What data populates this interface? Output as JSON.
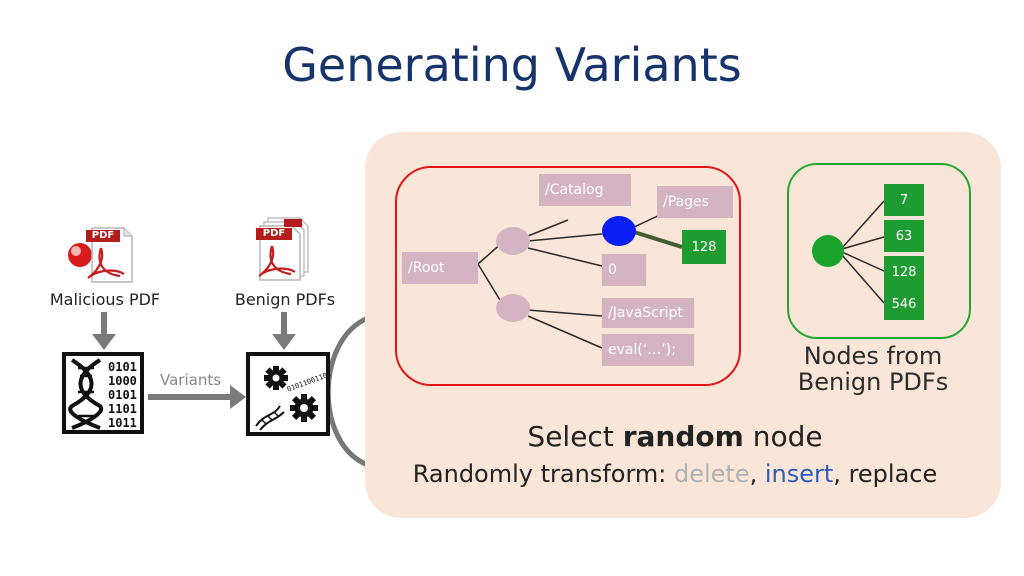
{
  "title": "Generating Variants",
  "left": {
    "malicious_label": "Malicious PDF",
    "benign_label": "Benign PDFs",
    "variants_label": "Variants",
    "pdf_badge": "PDF",
    "dna_bits": [
      "0101",
      "1000",
      "0101",
      "1101",
      "1011"
    ],
    "gear_bits": "01011001101"
  },
  "tree": {
    "root": "/Root",
    "catalog": "/Catalog",
    "pages": "/Pages",
    "num128": "128",
    "zero": "0",
    "javascript": "/JavaScript",
    "eval": "eval(‘…’);"
  },
  "benign": {
    "values": [
      "7",
      "63",
      "128",
      "546"
    ],
    "caption_line1": "Nodes from",
    "caption_line2": "Benign PDFs"
  },
  "select": {
    "prefix": "Select ",
    "bold": "random",
    "suffix": " node"
  },
  "transform": {
    "prefix": "Randomly transform: ",
    "delete": "delete",
    "sep1": ", ",
    "insert": "insert",
    "sep2": ", ",
    "replace": "replace"
  },
  "colors": {
    "title": "#16336b",
    "callout": "#fae6d8",
    "tree_border": "#e0151b",
    "benign_border": "#25a832",
    "pink": "#d4b4c2",
    "selected_node": "#0a1ff5",
    "green": "#1e9c31",
    "delete": "#b0b0b0",
    "insert": "#2c5db8"
  }
}
